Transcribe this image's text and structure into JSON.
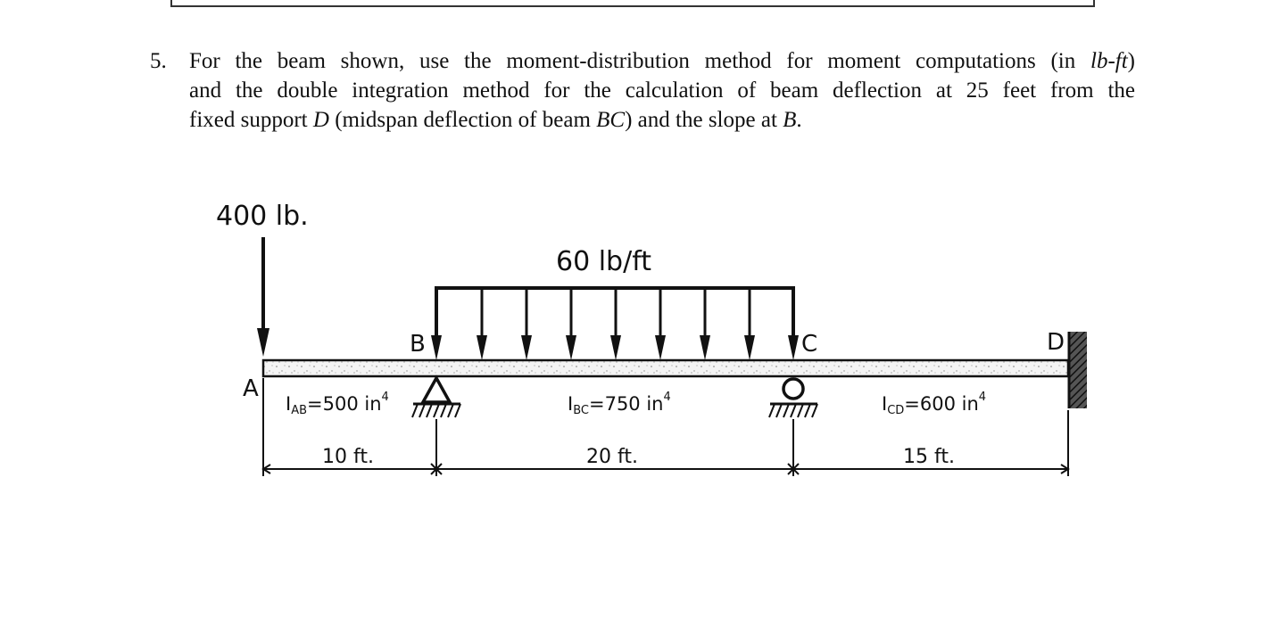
{
  "problem": {
    "number": "5.",
    "line1_a": "For the beam shown, use the moment-distribution method for moment computations (in ",
    "line1_unit": "lb-ft",
    "line1_b": ")",
    "line2": "and the double integration method for the calculation of beam deflection at 25 feet from the",
    "line3_a": "fixed support ",
    "line3_d": "D",
    "line3_b": " (midspan deflection of beam ",
    "line3_bc": "BC",
    "line3_c": ") and the slope at ",
    "line3_bpt": "B",
    "line3_end": "."
  },
  "diagram": {
    "point_load": "400 lb.",
    "dist_load": "60 lb/ft",
    "labels": {
      "a": "A",
      "b": "B",
      "c": "C",
      "d": "D"
    },
    "inertia": {
      "ab": {
        "sym": "I",
        "sub": "AB",
        "value": "=500 in",
        "sup": "4"
      },
      "bc": {
        "sym": "I",
        "sub": "BC",
        "value": "=750 in",
        "sup": "4"
      },
      "cd": {
        "sym": "I",
        "sub": "CD",
        "value": "=600 in",
        "sup": "4"
      }
    },
    "spans": {
      "ab": "10 ft.",
      "bc": "20 ft.",
      "cd": "15 ft."
    }
  }
}
